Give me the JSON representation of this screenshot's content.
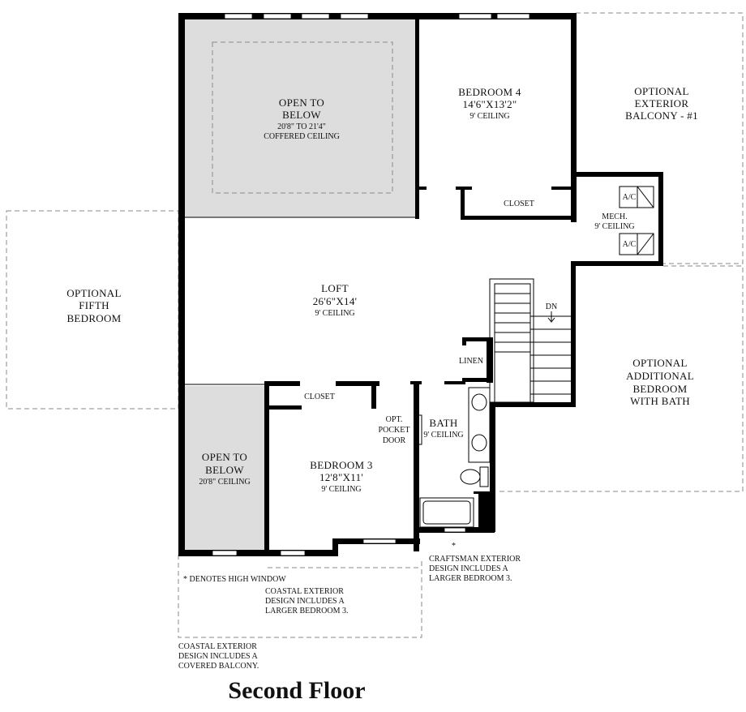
{
  "rooms": {
    "open_top": {
      "line1": "OPEN TO",
      "line2": "BELOW",
      "dims": "20'8\" TO 21'4\"",
      "ceiling": "COFFERED CEILING"
    },
    "bedroom4": {
      "name": "BEDROOM 4",
      "dims": "14'6\"X13'2\"",
      "ceiling": "9' CEILING"
    },
    "balcony": {
      "line1": "OPTIONAL",
      "line2": "EXTERIOR",
      "line3": "BALCONY - #1"
    },
    "closet_bed4": "CLOSET",
    "mech": {
      "name": "MECH.",
      "ceiling": "9' CEILING",
      "ac_top": "A/C",
      "ac_bottom": "A/C"
    },
    "fifth": {
      "line1": "OPTIONAL",
      "line2": "FIFTH",
      "line3": "BEDROOM"
    },
    "loft": {
      "name": "LOFT",
      "dims": "26'6\"X14'",
      "ceiling": "9' CEILING"
    },
    "stairs": {
      "label": "DN"
    },
    "linen": "LINEN",
    "additional": {
      "line1": "OPTIONAL",
      "line2": "ADDITIONAL",
      "line3": "BEDROOM",
      "line4": "WITH BATH"
    },
    "closet_bed3": "CLOSET",
    "pocket": {
      "line1": "OPT.",
      "line2": "POCKET",
      "line3": "DOOR"
    },
    "bath": {
      "name": "BATH",
      "ceiling": "9' CEILING"
    },
    "open_bottom": {
      "line1": "OPEN TO",
      "line2": "BELOW",
      "ceiling": "20'8\" CEILING"
    },
    "bedroom3": {
      "name": "BEDROOM 3",
      "dims": "12'8\"X11'",
      "ceiling": "9' CEILING"
    }
  },
  "notes": {
    "high_window": "* DENOTES HIGH WINDOW",
    "coastal_1": "COASTAL EXTERIOR",
    "coastal_2": "DESIGN INCLUDES A",
    "coastal_3": "LARGER BEDROOM 3.",
    "asterisk": "*",
    "craftsman_1": "CRAFTSMAN EXTERIOR",
    "craftsman_2": "DESIGN INCLUDES A",
    "craftsman_3": "LARGER BEDROOM 3.",
    "balcony_1": "COASTAL EXTERIOR",
    "balcony_2": "DESIGN INCLUDES A",
    "balcony_3": "COVERED BALCONY."
  },
  "title": "Second Floor"
}
